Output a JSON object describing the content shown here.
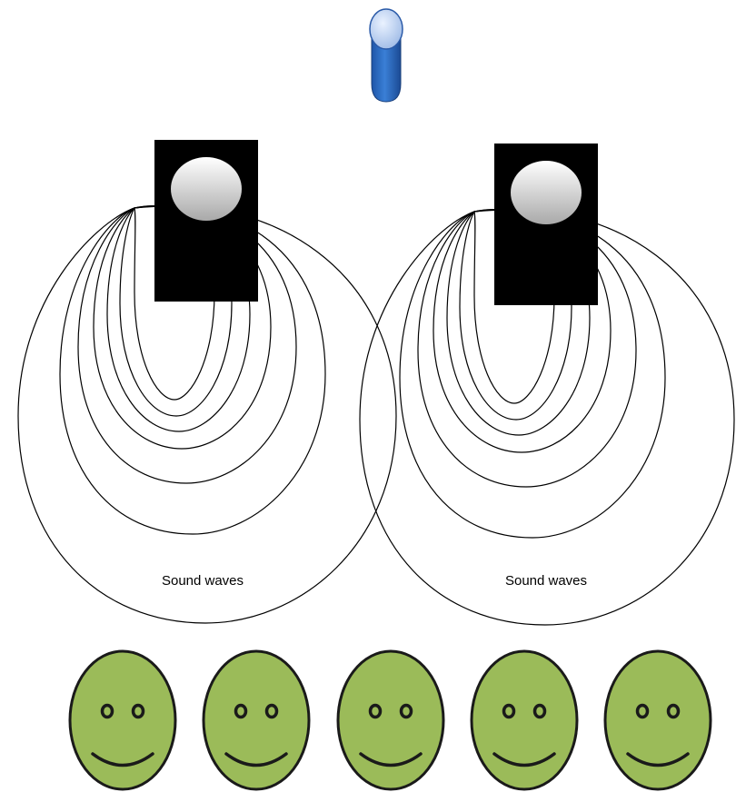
{
  "colors": {
    "background": "#ffffff",
    "speaker_body": "#000000",
    "speaker_cone_light": "#ffffff",
    "speaker_cone_dark": "#a9a9a9",
    "wave_stroke": "#000000",
    "microphone_head": "#bcd4f5",
    "microphone_body": "#2f6dc4",
    "face_fill": "#9bbb59",
    "face_stroke": "#1a1a1a"
  },
  "icons": {
    "source": "microphone-icon",
    "speaker": "speaker-icon",
    "listener": "smiley-face-icon"
  },
  "speakers": [
    {
      "name": "left",
      "wave_label": "Sound waves"
    },
    {
      "name": "right",
      "wave_label": "Sound waves"
    }
  ],
  "listeners": [
    {
      "name": "listener-1"
    },
    {
      "name": "listener-2"
    },
    {
      "name": "listener-3"
    },
    {
      "name": "listener-4"
    },
    {
      "name": "listener-5"
    }
  ]
}
